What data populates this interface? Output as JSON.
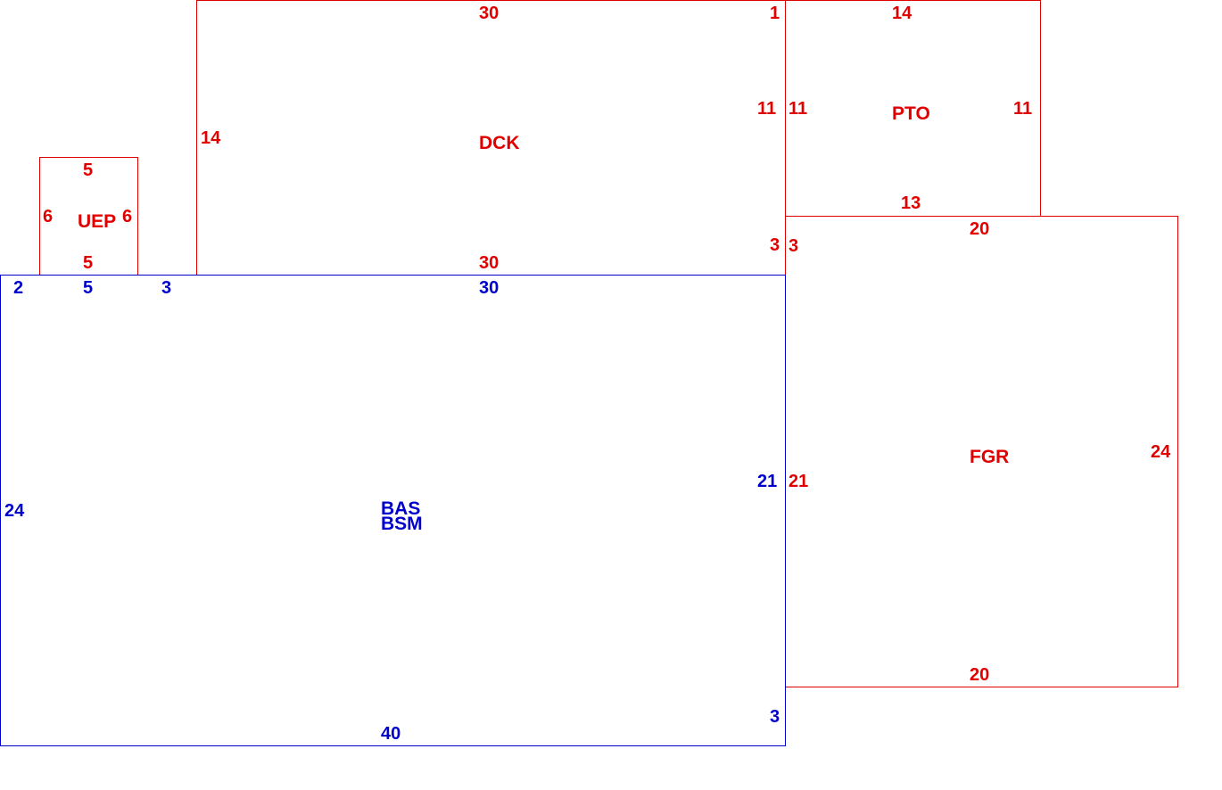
{
  "colors": {
    "red": "#e00000",
    "blue": "#0000cc"
  },
  "rooms": {
    "dck": {
      "name": "DCK",
      "top": "30",
      "bottom": "30",
      "left": "14",
      "right": "11",
      "corner": "1"
    },
    "pto": {
      "name": "PTO",
      "top": "14",
      "bottom": "13",
      "left": "11",
      "right": "11"
    },
    "uep": {
      "name": "UEP",
      "top": "5",
      "bottom": "5",
      "left": "6",
      "right": "6"
    },
    "fgr": {
      "name": "FGR",
      "top": "20",
      "bottom": "20",
      "left": "21",
      "right": "24",
      "corner_left": "3",
      "corner_right": "3"
    },
    "bas": {
      "name1": "BAS",
      "name2": "BSM",
      "top_a": "2",
      "top_b": "5",
      "top_c": "3",
      "top_d": "30",
      "left": "24",
      "right": "21",
      "right_bottom": "3",
      "bottom": "40"
    }
  }
}
